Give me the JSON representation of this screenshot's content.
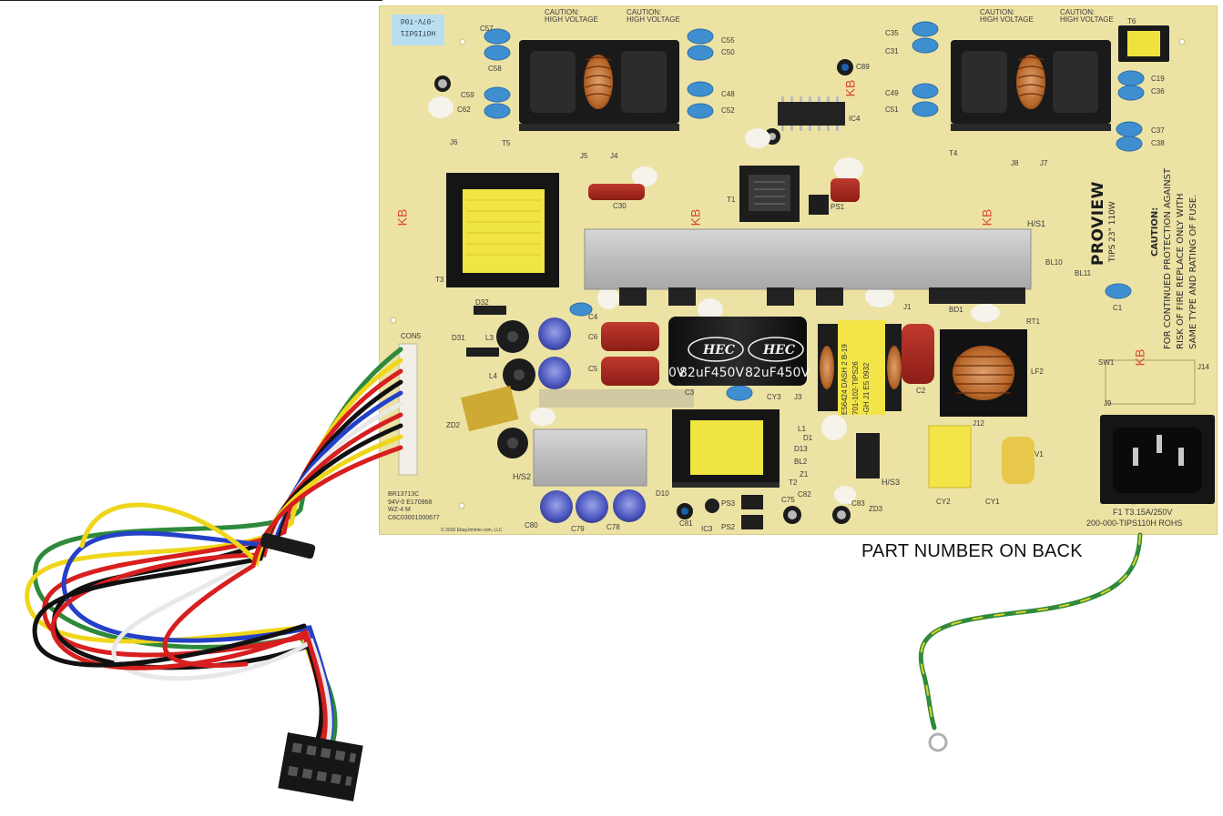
{
  "image": {
    "caption": "PART NUMBER ON BACK",
    "board": {
      "sticker_code": "HOTI5dI1 -07V-T0d",
      "brand": "PROVIEW",
      "model": "TIPS 23\" 110W",
      "caution_title": "CAUTION:",
      "caution_lines": [
        "FOR CONTINUED PROTECTION AGAINST",
        "RISK OF FIRE REPLACE ONLY WITH",
        "SAME TYPE AND RATING OF FUSE."
      ],
      "fuse_rating": "F1 T3.15A/250V",
      "part_number": "200-000-TIPS110H ROHS",
      "capacitor_brand": "HEC",
      "capacitor_value": "82uF450V",
      "cap_partial": "0V",
      "warning_line1": "CAUTION:",
      "warning_line2": "HIGH VOLTAGE",
      "ul_block": [
        "BR13713C",
        "94V-0 E170968",
        "WZ-4 M",
        "C6C03001000677"
      ],
      "transformer_label_lines": [
        "E56424 DASH 2 B-19",
        "701-102-TIPS26",
        "-GH J1 E5 0932"
      ],
      "heatsink_labels": [
        "H/S1",
        "H/S2",
        "H/S3"
      ],
      "connector_label": "CON5",
      "copyright": "© 2010 EbayJimmie.com, LLC",
      "kb_mark": "KB",
      "ref_designators": [
        "C57",
        "C58",
        "C59",
        "C62",
        "C55",
        "C50",
        "C48",
        "C52",
        "C89",
        "IC4",
        "C35",
        "C31",
        "C49",
        "C51",
        "T6",
        "C19",
        "C36",
        "C37",
        "C38",
        "T4",
        "J8",
        "J7",
        "T5",
        "J5",
        "J4",
        "J6",
        "C30",
        "T1",
        "PS1",
        "T3",
        "BL10",
        "BL11",
        "C1",
        "BD1",
        "RT1",
        "J1",
        "D32",
        "D31",
        "L3",
        "L4",
        "C6",
        "C5",
        "CY3",
        "J3",
        "LF2",
        "SW1",
        "J14",
        "J9",
        "ZD2",
        "T2",
        "D10",
        "PS3",
        "PS2",
        "C75",
        "IC3",
        "C81",
        "C80",
        "C79",
        "C78",
        "C83",
        "ZD3",
        "D13",
        "BL2",
        "Z1",
        "D1",
        "CY2",
        "CY1",
        "C2",
        "C4",
        "C3",
        "L1",
        "V1",
        "J12",
        "C82"
      ]
    }
  }
}
